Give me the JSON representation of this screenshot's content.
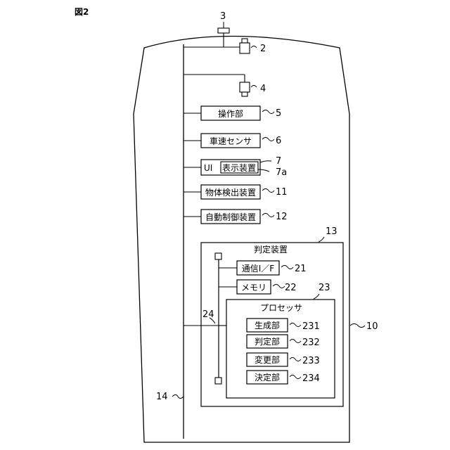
{
  "figure_label": "図2",
  "refs": {
    "vehicle": "10",
    "camera_top": "2",
    "antenna": "3",
    "camera_bottom": "4",
    "operation": "5",
    "speed_sensor": "6",
    "ui": "7",
    "display": "7a",
    "object_detector": "11",
    "auto_controller": "12",
    "bus": "14",
    "judge_device": "13",
    "comm_if": "21",
    "memory": "22",
    "processor": "23",
    "internal_bus": "24",
    "generator": "231",
    "judging": "232",
    "changer": "233",
    "decider": "234"
  },
  "labels": {
    "operation": "操作部",
    "speed_sensor": "車速センサ",
    "ui": "UI",
    "display": "表示装置",
    "object_detector": "物体検出装置",
    "auto_controller": "自動制御装置",
    "judge_device": "判定装置",
    "comm_if": "通信I／F",
    "memory": "メモリ",
    "processor": "プロセッサ",
    "generator": "生成部",
    "judging": "判定部",
    "changer": "変更部",
    "decider": "決定部"
  }
}
